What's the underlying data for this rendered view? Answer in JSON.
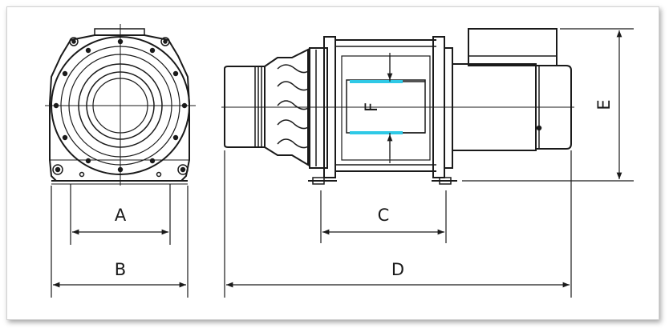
{
  "diagram": {
    "labels": {
      "a": "A",
      "b": "B",
      "c": "C",
      "d": "D",
      "e": "E",
      "f": "F"
    },
    "colors": {
      "line": "#1a1a1a",
      "highlight": "#2fc9e6",
      "fill": "#ffffff"
    }
  }
}
